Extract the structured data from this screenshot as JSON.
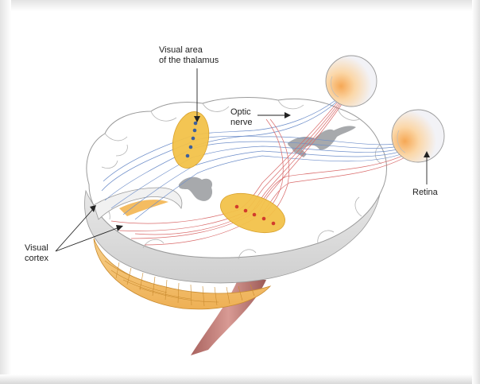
{
  "labels": {
    "thalamus": "Visual area\nof the thalamus",
    "optic_nerve": "Optic\nnerve",
    "retina": "Retina",
    "visual_cortex": "Visual\ncortex"
  },
  "colors": {
    "brain_fill": "#ffffff",
    "brain_edge": "#9a9a9a",
    "thalamus_fill": "#f3c24a",
    "thalamus_dot_blue": "#3d5f9c",
    "thalamus_dot_red": "#d23b2c",
    "cerebellum": "#f5c472",
    "stem": "#c98a86",
    "eye_glow": "#f7b46a",
    "fiber_blue": "#6f8fca",
    "fiber_red": "#d96a6a",
    "ventricle": "#a7a9ac"
  }
}
